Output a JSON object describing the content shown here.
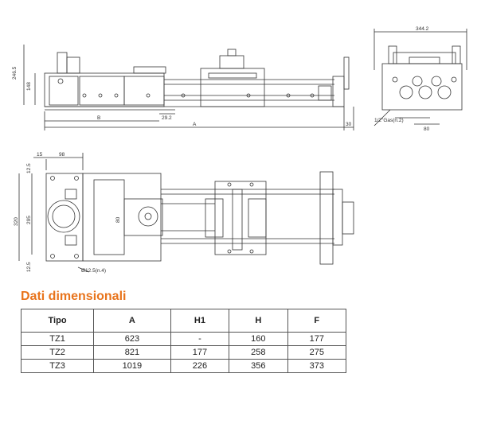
{
  "drawing": {
    "side_view": {
      "dim_overall_height": "246.5",
      "dim_left_height": "148",
      "dim_B": "B",
      "dim_offset": "29.2",
      "dim_A": "A",
      "dim_end": "30"
    },
    "end_view": {
      "dim_width": "344.2",
      "gas_label": "1/2\"Gas(n.2)",
      "dim_80": "80"
    },
    "top_view": {
      "dim_15": "15",
      "dim_98": "98",
      "dim_12_5_top": "12.5",
      "dim_320": "320",
      "dim_295": "295",
      "dim_12_5_bottom": "12.5",
      "dim_80": "80",
      "hole_label": "Ø12.5(n.4)"
    }
  },
  "section_title": "Dati dimensionali",
  "table": {
    "headers": [
      "Tipo",
      "A",
      "H1",
      "H",
      "F"
    ],
    "rows": [
      [
        "TZ1",
        "623",
        "-",
        "160",
        "177"
      ],
      [
        "TZ2",
        "821",
        "177",
        "258",
        "275"
      ],
      [
        "TZ3",
        "1019",
        "226",
        "356",
        "373"
      ]
    ]
  }
}
